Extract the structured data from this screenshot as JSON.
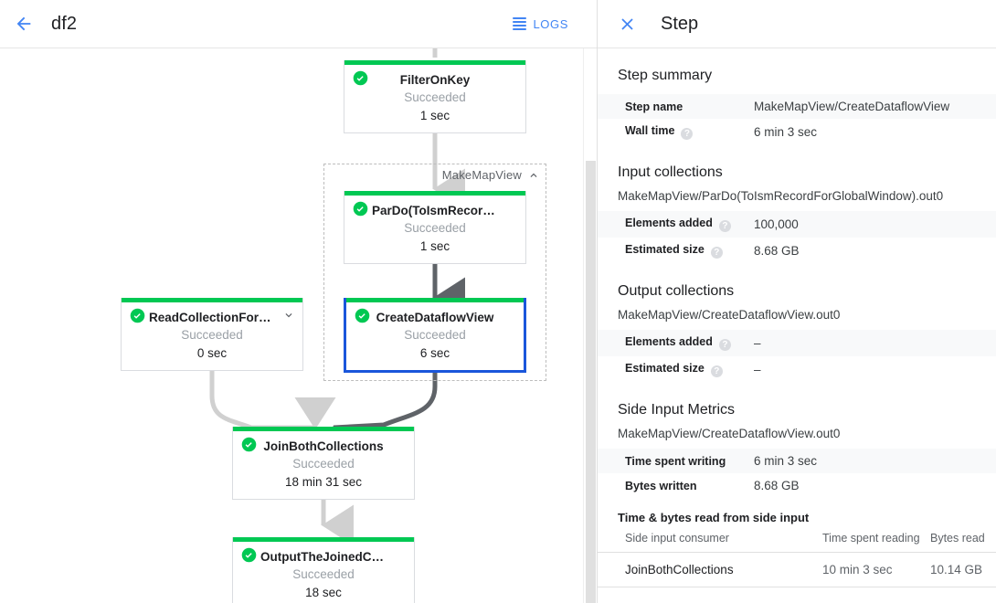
{
  "left": {
    "back_icon": "arrow-left-icon",
    "job_title": "df2",
    "logs_label": "LOGS",
    "group": {
      "label": "MakeMapView",
      "collapse_icon": "chevron-up-icon"
    },
    "nodes": [
      {
        "id": "filter-on-key",
        "title": "FilterOnKey",
        "status": "Succeeded",
        "time": "1 sec",
        "selected": false,
        "chevron": false
      },
      {
        "id": "pardo-toismrecord",
        "title": "ParDo(ToIsmRecordFor…",
        "status": "Succeeded",
        "time": "1 sec",
        "selected": false,
        "chevron": false
      },
      {
        "id": "read-collection-for-join",
        "title": "ReadCollectionForJoin",
        "status": "Succeeded",
        "time": "0 sec",
        "selected": false,
        "chevron": true
      },
      {
        "id": "create-dataflow-view",
        "title": "CreateDataflowView",
        "status": "Succeeded",
        "time": "6 sec",
        "selected": true,
        "chevron": false
      },
      {
        "id": "join-both-collections",
        "title": "JoinBothCollections",
        "status": "Succeeded",
        "time": "18 min 31 sec",
        "selected": false,
        "chevron": false
      },
      {
        "id": "output-the-joined-collection",
        "title": "OutputTheJoinedCollec…",
        "status": "Succeeded",
        "time": "18 sec",
        "selected": false,
        "chevron": false
      }
    ],
    "colors": {
      "node_bar_green": "#00c853",
      "selected_border_blue": "#1a56db",
      "accent_blue": "#4285f4",
      "edge_light": "#d0d0d0",
      "edge_dark": "#5f6368"
    }
  },
  "right": {
    "close_icon": "close-icon",
    "title": "Step",
    "step_summary": {
      "heading": "Step summary",
      "rows": [
        {
          "key": "Step name",
          "help": false,
          "value": "MakeMapView/CreateDataflowView"
        },
        {
          "key": "Wall time",
          "help": true,
          "value": "6 min 3 sec"
        }
      ]
    },
    "input_collections": {
      "heading": "Input collections",
      "collection": "MakeMapView/ParDo(ToIsmRecordForGlobalWindow).out0",
      "rows": [
        {
          "key": "Elements added",
          "help": true,
          "value": "100,000"
        },
        {
          "key": "Estimated size",
          "help": true,
          "value": "8.68 GB"
        }
      ]
    },
    "output_collections": {
      "heading": "Output collections",
      "collection": "MakeMapView/CreateDataflowView.out0",
      "rows": [
        {
          "key": "Elements added",
          "help": true,
          "value": "–"
        },
        {
          "key": "Estimated size",
          "help": true,
          "value": "–"
        }
      ]
    },
    "side_input_metrics": {
      "heading": "Side Input Metrics",
      "collection": "MakeMapView/CreateDataflowView.out0",
      "rows": [
        {
          "key": "Time spent writing",
          "help": false,
          "value": "6 min 3 sec"
        },
        {
          "key": "Bytes written",
          "help": false,
          "value": "8.68 GB"
        }
      ],
      "sub_heading": "Time & bytes read from side input",
      "table": {
        "columns": [
          "Side input consumer",
          "Time spent reading",
          "Bytes read"
        ],
        "rows": [
          [
            "JoinBothCollections",
            "10 min 3 sec",
            "10.14 GB"
          ]
        ]
      }
    }
  }
}
